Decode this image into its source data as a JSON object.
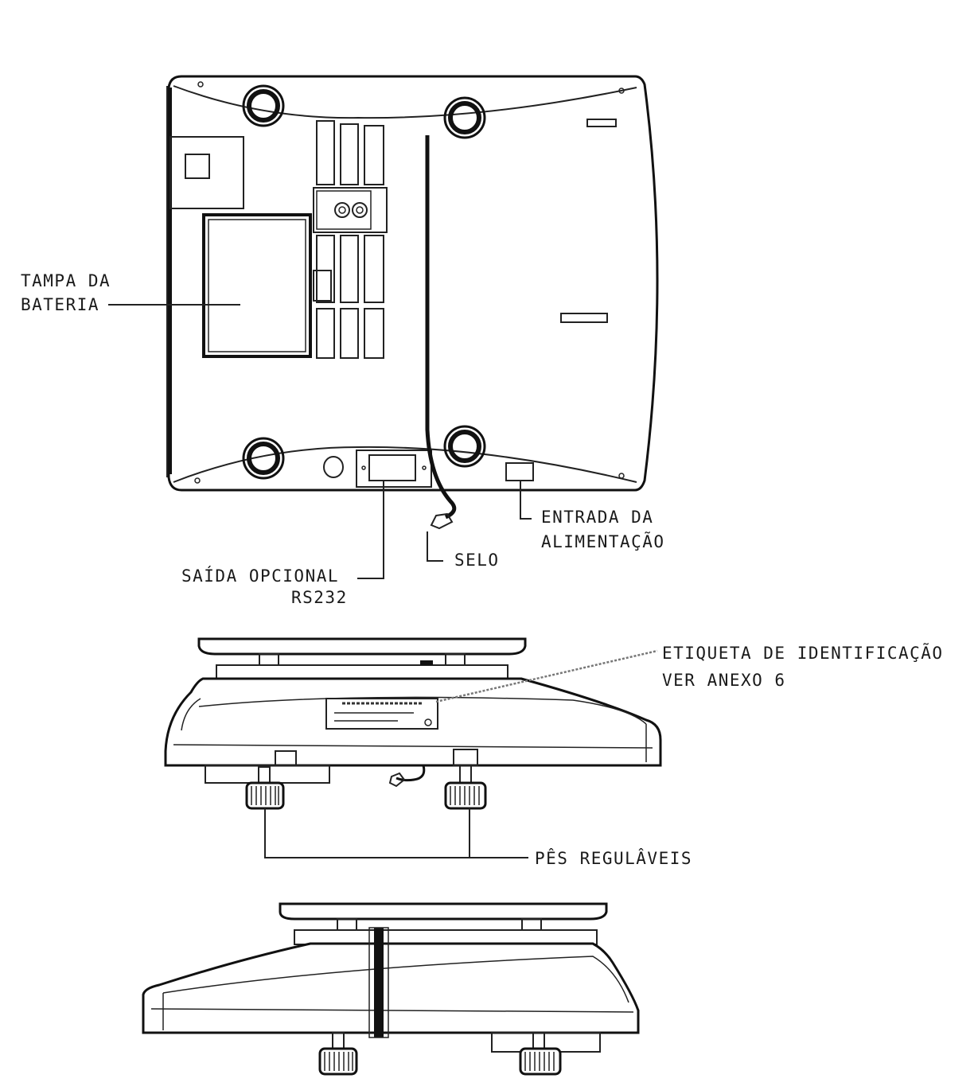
{
  "labels": {
    "tampa_line1": "TAMPA DA",
    "tampa_line2": "BATERIA",
    "entrada_line1": "ENTRADA DA",
    "entrada_line2": "ALIMENTAÇÃO",
    "selo": "SELO",
    "saida_line1": "SAÍDA OPCIONAL",
    "saida_line2": "RS232",
    "etiqueta_line1": "ETIQUETA DE IDENTIFICAÇÃO",
    "etiqueta_line2": "VER ANEXO 6",
    "pes": "PÊS REGULÂVEIS"
  }
}
